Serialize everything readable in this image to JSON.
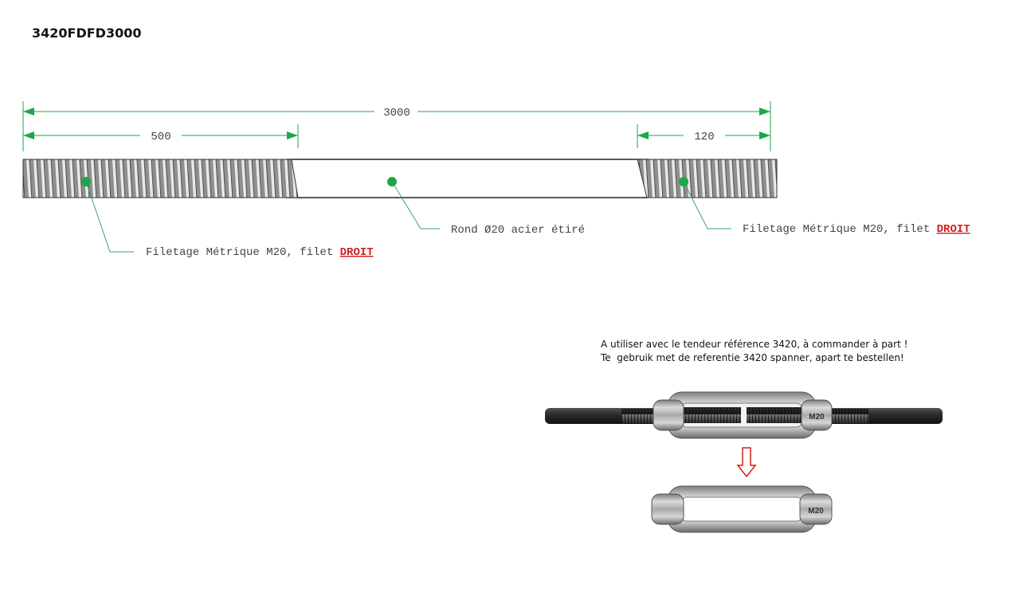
{
  "title": "3420FDFD3000",
  "dimensions": {
    "total": "3000",
    "left_thread": "500",
    "right_thread": "120"
  },
  "callouts": {
    "left_thread_prefix": "Filetage Métrique M20, filet ",
    "left_thread_dir": "DROIT",
    "rod": "Rond Ø20 acier étiré",
    "right_thread_prefix": "Filetage Métrique M20, filet ",
    "right_thread_dir": "DROIT"
  },
  "note": {
    "line1": "A utiliser avec le tendeur référence 3420, à commander à part !",
    "line2": "Te  gebruik met de referentie 3420 spanner, apart te bestellen!"
  },
  "turnbuckle": {
    "marking": "M20"
  },
  "colors": {
    "dimension": "#1aa84a",
    "callout_dot": "#1aa84a",
    "leader": "#3aa860",
    "emphasis": "#d21f1f",
    "arrow": "#d21f1f",
    "text": "#444444"
  }
}
